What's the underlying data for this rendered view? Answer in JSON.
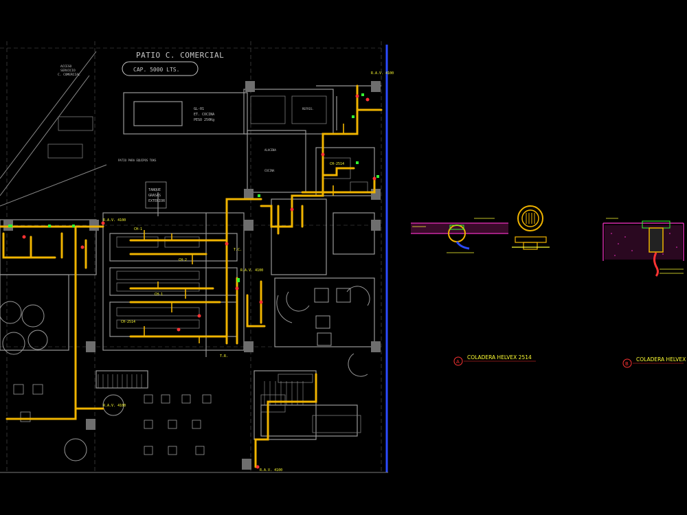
{
  "plan": {
    "title": "PATIO C. COMERCIAL",
    "capacity": "CAP. 5000 LTS.",
    "service_access": [
      "ACCESO",
      "SERVICIO",
      "C. COMERCIAL"
    ],
    "tank_label": [
      "TANQUE",
      "GRASAS",
      "EXTERIOR"
    ],
    "patio_equipos": "PATIO PARA EQUIPOS TOKS",
    "equipment_tag": [
      "GL-01",
      "ET. COCINA",
      "PESO 250Kg"
    ],
    "pipe_tags": [
      "CH-1",
      "CH-2",
      "CH-2514",
      "T.C.",
      "T.R.",
      "R.A.V. 4100",
      "CH-2514"
    ],
    "notes": [
      "ALACENA",
      "COCINA",
      "REFRIG."
    ]
  },
  "details": {
    "detail_a": {
      "marker": "A",
      "title": "COLADERA HELVEX 2514"
    },
    "detail_b": {
      "marker": "B",
      "title": "COLADERA HELVEX"
    }
  },
  "colors": {
    "background": "#000000",
    "walls": "#9a9a9a",
    "pipes": "#f0b400",
    "fittings": "#ff3333",
    "annotations": "#ffff33",
    "valves": "#33ff33",
    "columns": "#6e6e6e",
    "frame_border": "#2b4bff",
    "magenta": "#ff33cc"
  }
}
